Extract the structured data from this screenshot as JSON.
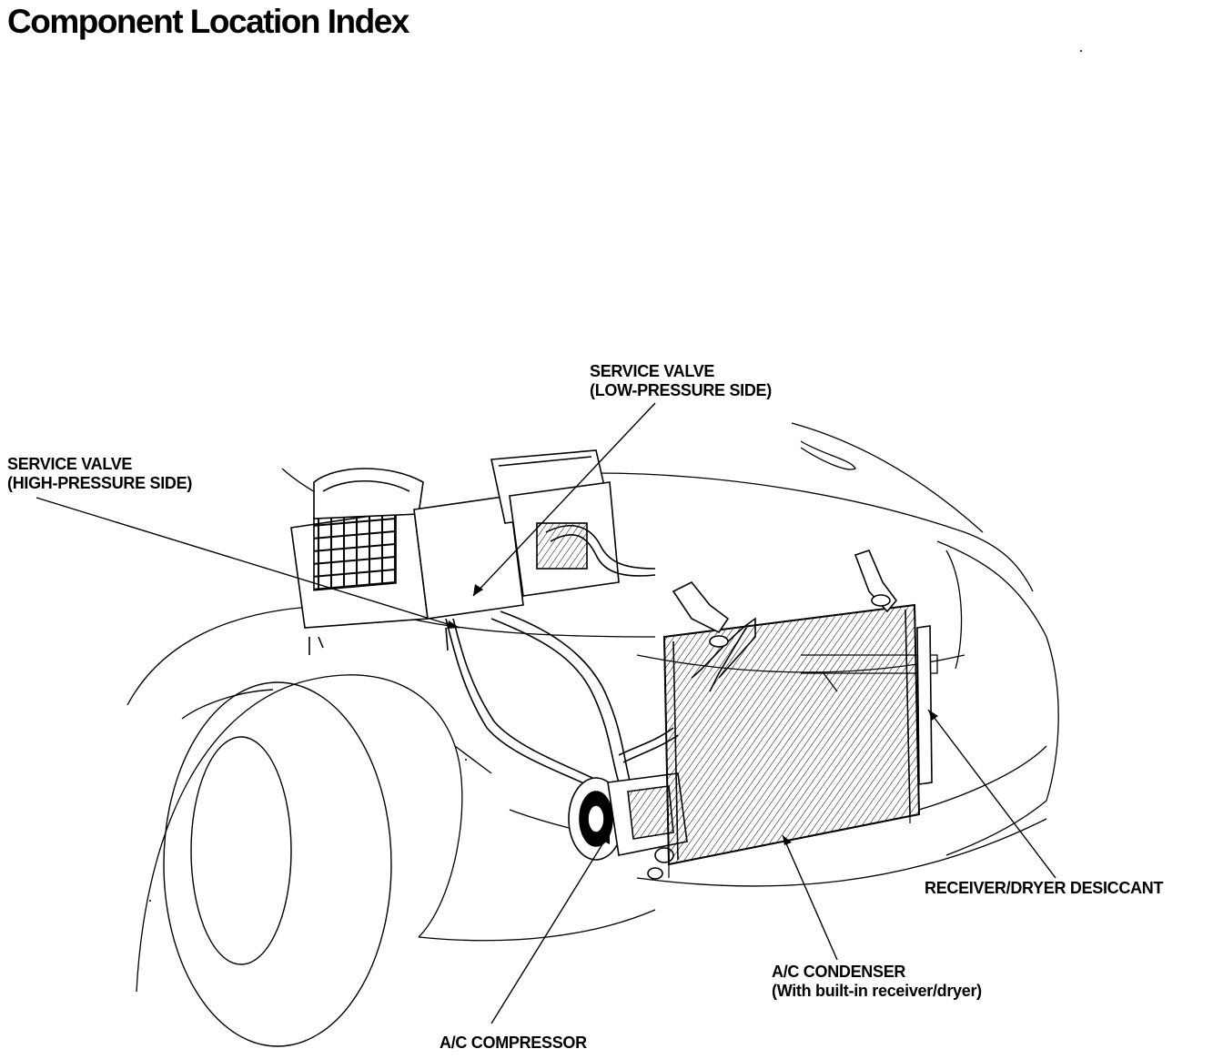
{
  "title": "Component Location Index",
  "callouts": {
    "service_valve_low": {
      "line1": "SERVICE VALVE",
      "line2": "(LOW-PRESSURE SIDE)"
    },
    "service_valve_high": {
      "line1": "SERVICE VALVE",
      "line2": "(HIGH-PRESSURE SIDE)"
    },
    "receiver_dryer": {
      "line1": "RECEIVER/DRYER DESICCANT"
    },
    "condenser": {
      "line1": "A/C CONDENSER",
      "line2": "(With built-in receiver/dryer)"
    },
    "compressor": {
      "line1": "A/C COMPRESSOR"
    }
  }
}
